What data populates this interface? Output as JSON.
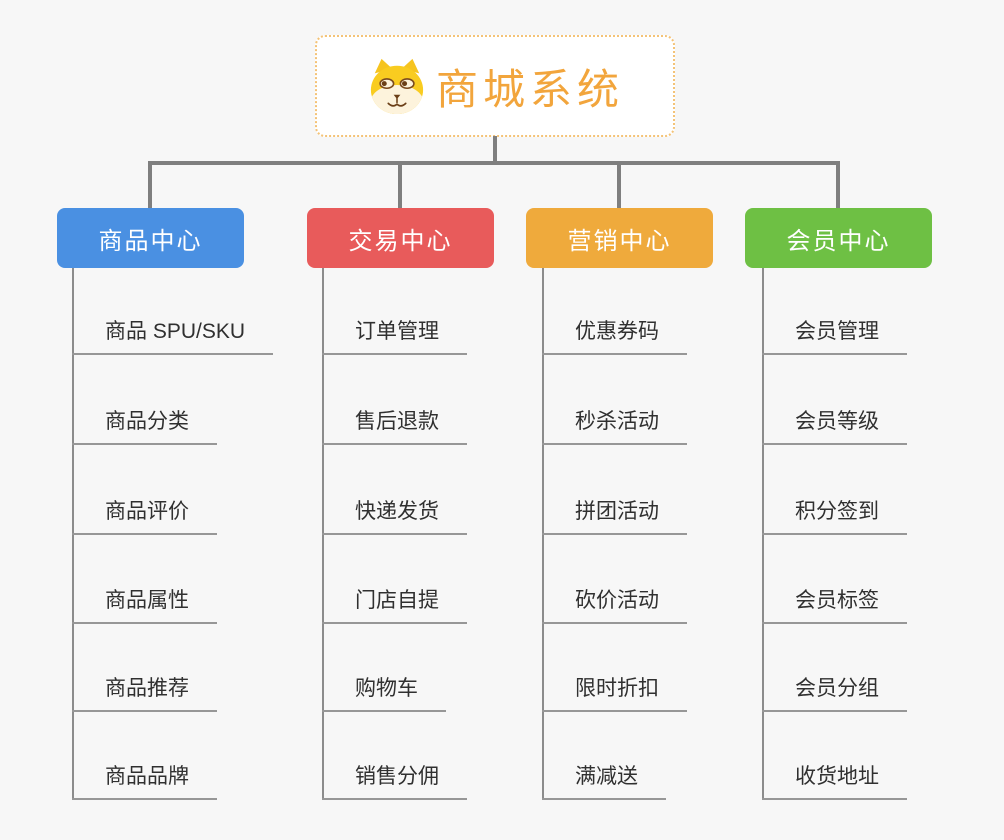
{
  "root": {
    "title": "商城系统",
    "logo_icon": "dog-face-icon",
    "title_color": "#f2a53c",
    "border_color": "#f4c377"
  },
  "branches": [
    {
      "label": "商品中心",
      "color": "#4a90e2",
      "items": [
        "商品 SPU/SKU",
        "商品分类",
        "商品评价",
        "商品属性",
        "商品推荐",
        "商品品牌"
      ]
    },
    {
      "label": "交易中心",
      "color": "#e85b5b",
      "items": [
        "订单管理",
        "售后退款",
        "快递发货",
        "门店自提",
        "购物车",
        "销售分佣"
      ]
    },
    {
      "label": "营销中心",
      "color": "#efaa3c",
      "items": [
        "优惠券码",
        "秒杀活动",
        "拼团活动",
        "砍价活动",
        "限时折扣",
        "满减送"
      ]
    },
    {
      "label": "会员中心",
      "color": "#6ec044",
      "items": [
        "会员管理",
        "会员等级",
        "积分签到",
        "会员标签",
        "会员分组",
        "收货地址"
      ]
    }
  ]
}
